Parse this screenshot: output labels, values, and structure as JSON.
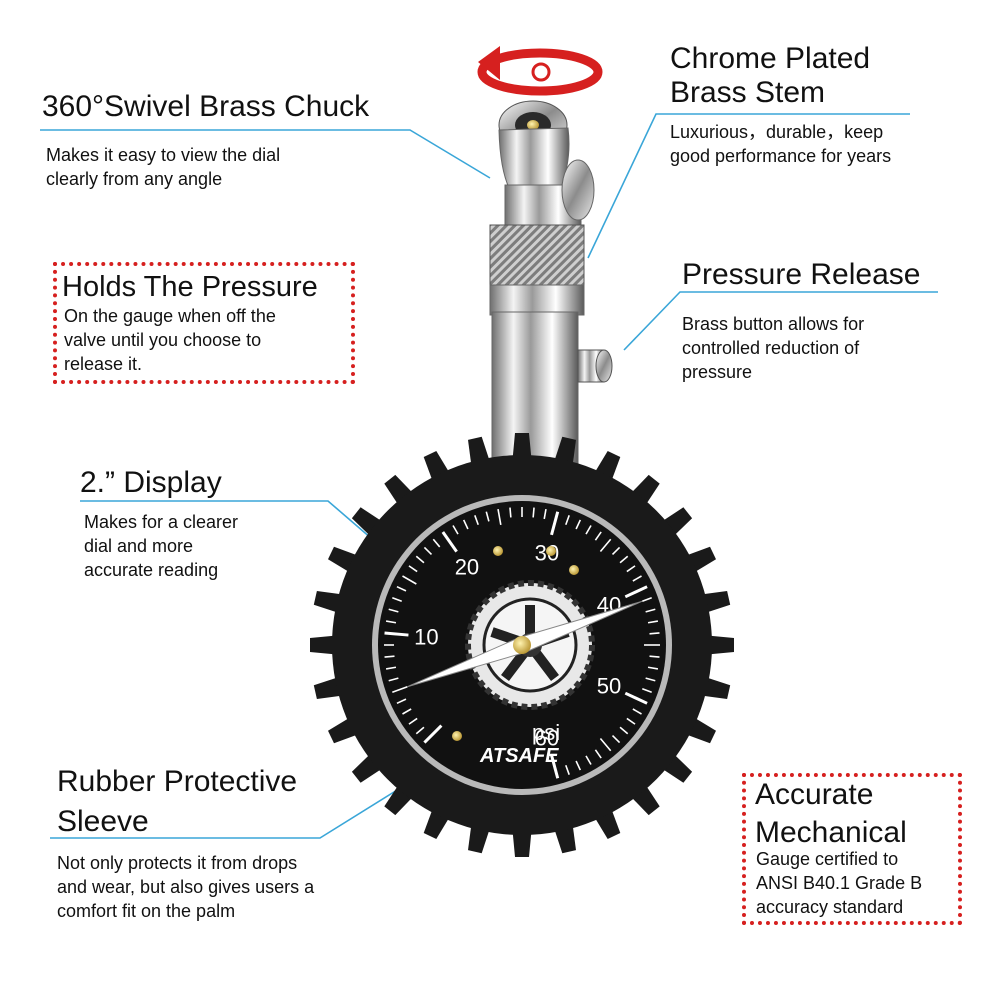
{
  "callouts": {
    "swivel": {
      "title": "360°Swivel Brass Chuck",
      "desc_lines": [
        "Makes it easy to view the dial",
        "clearly from any angle"
      ]
    },
    "chrome": {
      "title_lines": [
        "Chrome Plated",
        "Brass Stem"
      ],
      "desc_lines": [
        "Luxurious，durable，keep",
        "good performance for years"
      ]
    },
    "holds": {
      "title": "Holds The Pressure",
      "desc_lines": [
        "On the gauge when off the",
        "valve until you choose to",
        "release it."
      ]
    },
    "release": {
      "title": "Pressure Release",
      "desc_lines": [
        "Brass button allows for",
        "controlled reduction of",
        "pressure"
      ]
    },
    "display": {
      "title": "2.” Display",
      "desc_lines": [
        "Makes for a clearer",
        "dial and more",
        "accurate reading"
      ]
    },
    "sleeve": {
      "title_lines": [
        "Rubber Protective",
        "Sleeve"
      ],
      "desc_lines": [
        "Not only protects it from drops",
        "and wear, but also gives users a",
        "comfort fit on the palm"
      ]
    },
    "accurate": {
      "title_lines": [
        "Accurate",
        "Mechanical"
      ],
      "desc_lines": [
        "Gauge certified to",
        "ANSI B40.1 Grade B",
        "accuracy standard"
      ]
    }
  },
  "gauge": {
    "unit": "psi",
    "brand": "ATSAFE",
    "scale_labels": [
      "10",
      "20",
      "30",
      "40",
      "50",
      "60"
    ],
    "max_psi": 60,
    "pointer_psi": 41
  },
  "colors": {
    "accent_red": "#d6201f",
    "leader_blue": "#3aa6d8",
    "dial_face": "#111111",
    "rubber": "#1a1a1a"
  },
  "icons": [
    "rotate-arrow-icon",
    "tire-hub-icon"
  ]
}
